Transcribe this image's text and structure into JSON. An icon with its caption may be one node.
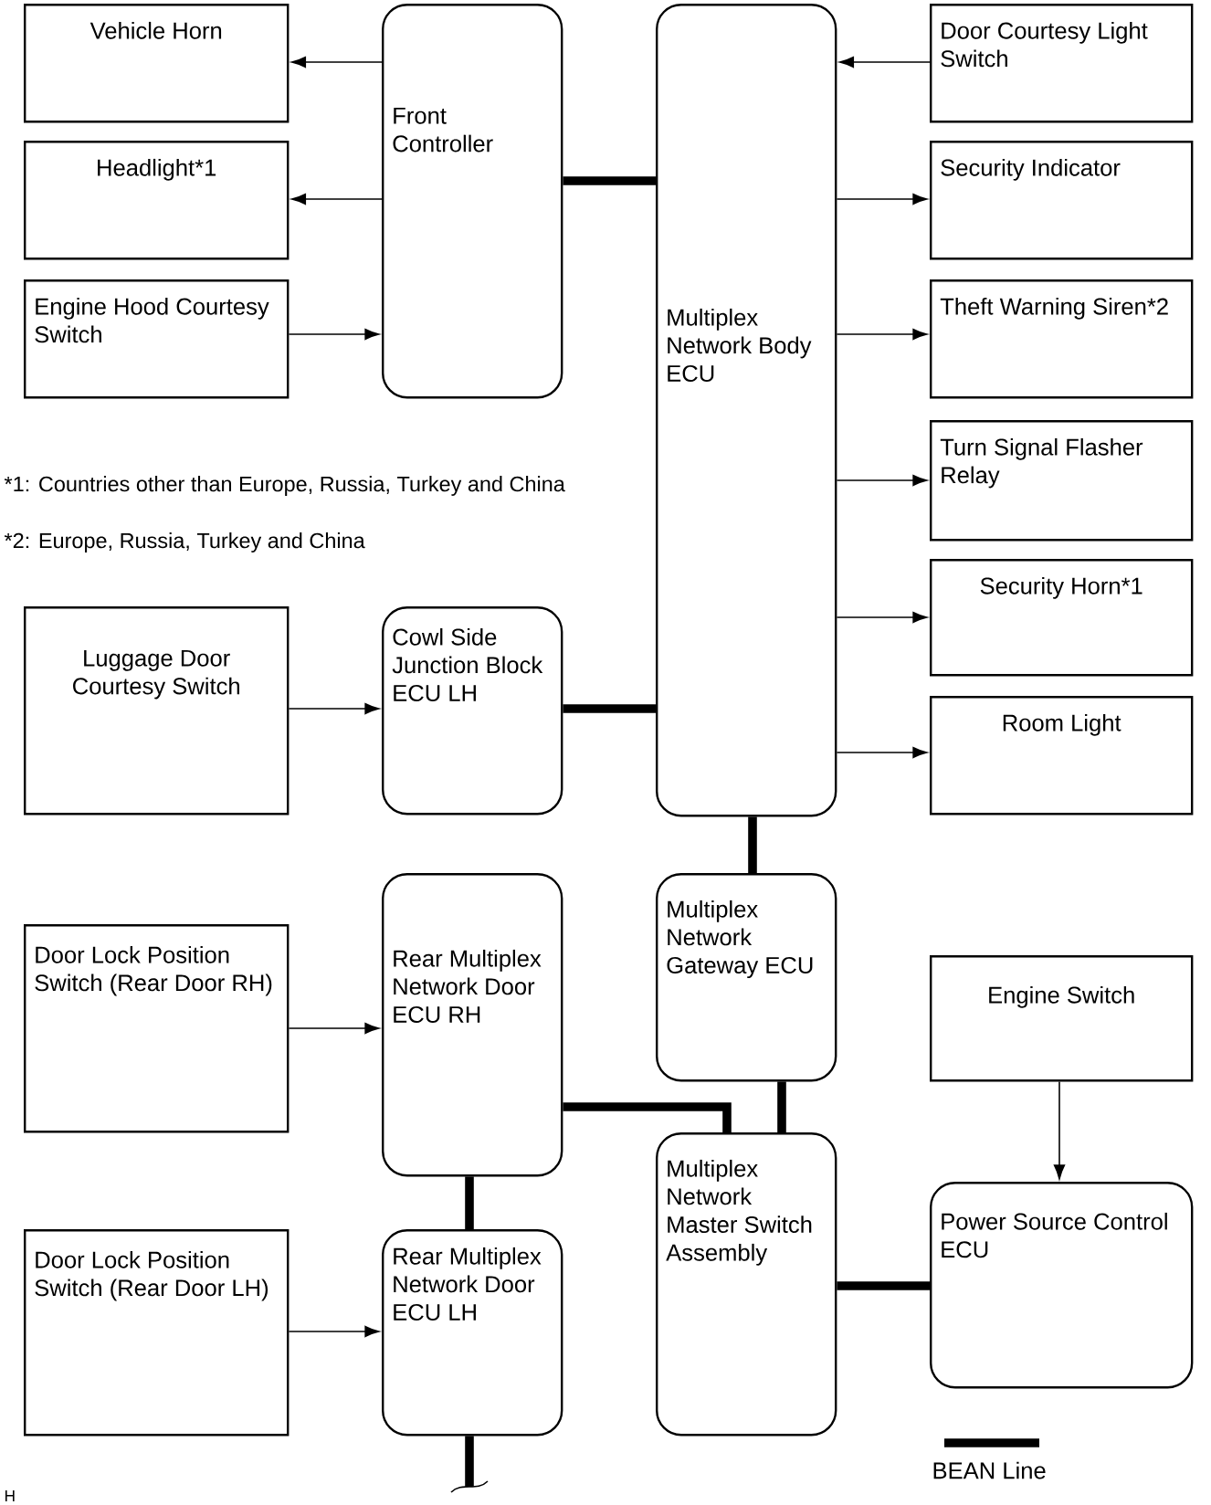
{
  "diagram": {
    "nodes": [
      {
        "text": [
          "Vehicle Horn"
        ]
      },
      {
        "text": [
          "Headlight*1"
        ]
      },
      {
        "text": [
          "Engine Hood Courtesy Switch"
        ]
      },
      {
        "text": [
          "Front Controller"
        ]
      },
      {
        "text": [
          "Multiplex Network Body ECU"
        ]
      },
      {
        "text": [
          "Door Courtesy Light Switch"
        ]
      },
      {
        "text": [
          "Security Indicator"
        ]
      },
      {
        "text": [
          "Theft Warning Siren*2"
        ]
      },
      {
        "text": [
          "Turn Signal Flasher Relay"
        ]
      },
      {
        "text": [
          "Security Horn*1"
        ]
      },
      {
        "text": [
          "Room Light"
        ]
      },
      {
        "text": [
          "Luggage Door Courtesy Switch"
        ]
      },
      {
        "text": [
          "Cowl Side Junction Block ECU LH"
        ]
      },
      {
        "text": [
          "Door Lock Position Switch (Rear Door RH)"
        ]
      },
      {
        "text": [
          "Rear Multiplex Network Door ECU RH"
        ]
      },
      {
        "text": [
          "Multiplex Network Gateway ECU"
        ]
      },
      {
        "text": [
          "Engine Switch"
        ]
      },
      {
        "text": [
          "Multiplex Network Master Switch Assembly"
        ]
      },
      {
        "text": [
          "Power Source Control ECU"
        ]
      },
      {
        "text": [
          "Door Lock Position Switch (Rear Door LH)"
        ]
      },
      {
        "text": [
          "Rear Multiplex Network Door ECU LH"
        ]
      }
    ],
    "edges": [
      {
        "from": 3,
        "to": 0,
        "arrow": "to"
      },
      {
        "from": 3,
        "to": 1,
        "arrow": "to"
      },
      {
        "from": 2,
        "to": 3,
        "arrow": "to"
      },
      {
        "from": 3,
        "to": 4,
        "arrow": "none",
        "style": "thick"
      },
      {
        "from": 5,
        "to": 4,
        "arrow": "to"
      },
      {
        "from": 4,
        "to": 6,
        "arrow": "to"
      },
      {
        "from": 4,
        "to": 7,
        "arrow": "to"
      },
      {
        "from": 4,
        "to": 8,
        "arrow": "to"
      },
      {
        "from": 4,
        "to": 9,
        "arrow": "to"
      },
      {
        "from": 4,
        "to": 10,
        "arrow": "to"
      },
      {
        "from": 11,
        "to": 12,
        "arrow": "to"
      },
      {
        "from": 12,
        "to": 4,
        "arrow": "none",
        "style": "thick"
      },
      {
        "from": 4,
        "to": 15,
        "arrow": "none",
        "style": "thick"
      },
      {
        "from": 15,
        "to": 17,
        "arrow": "none",
        "style": "thick"
      },
      {
        "from": 14,
        "to": 17,
        "arrow": "none",
        "style": "thick"
      },
      {
        "from": 13,
        "to": 14,
        "arrow": "to"
      },
      {
        "from": 14,
        "to": 20,
        "arrow": "none",
        "style": "thick"
      },
      {
        "from": 16,
        "to": 18,
        "arrow": "to"
      },
      {
        "from": 17,
        "to": 18,
        "arrow": "none",
        "style": "thick"
      },
      {
        "from": 19,
        "to": 20,
        "arrow": "to"
      },
      {
        "from": 20,
        "to": null,
        "arrow": "none",
        "style": "thick"
      }
    ],
    "labels": [
      "*1: Countries other than Europe, Russia, Turkey and China",
      "*2: Europe, Russia, Turkey and China",
      "H"
    ],
    "legend": [
      {
        "text": "BEAN Line"
      }
    ]
  }
}
